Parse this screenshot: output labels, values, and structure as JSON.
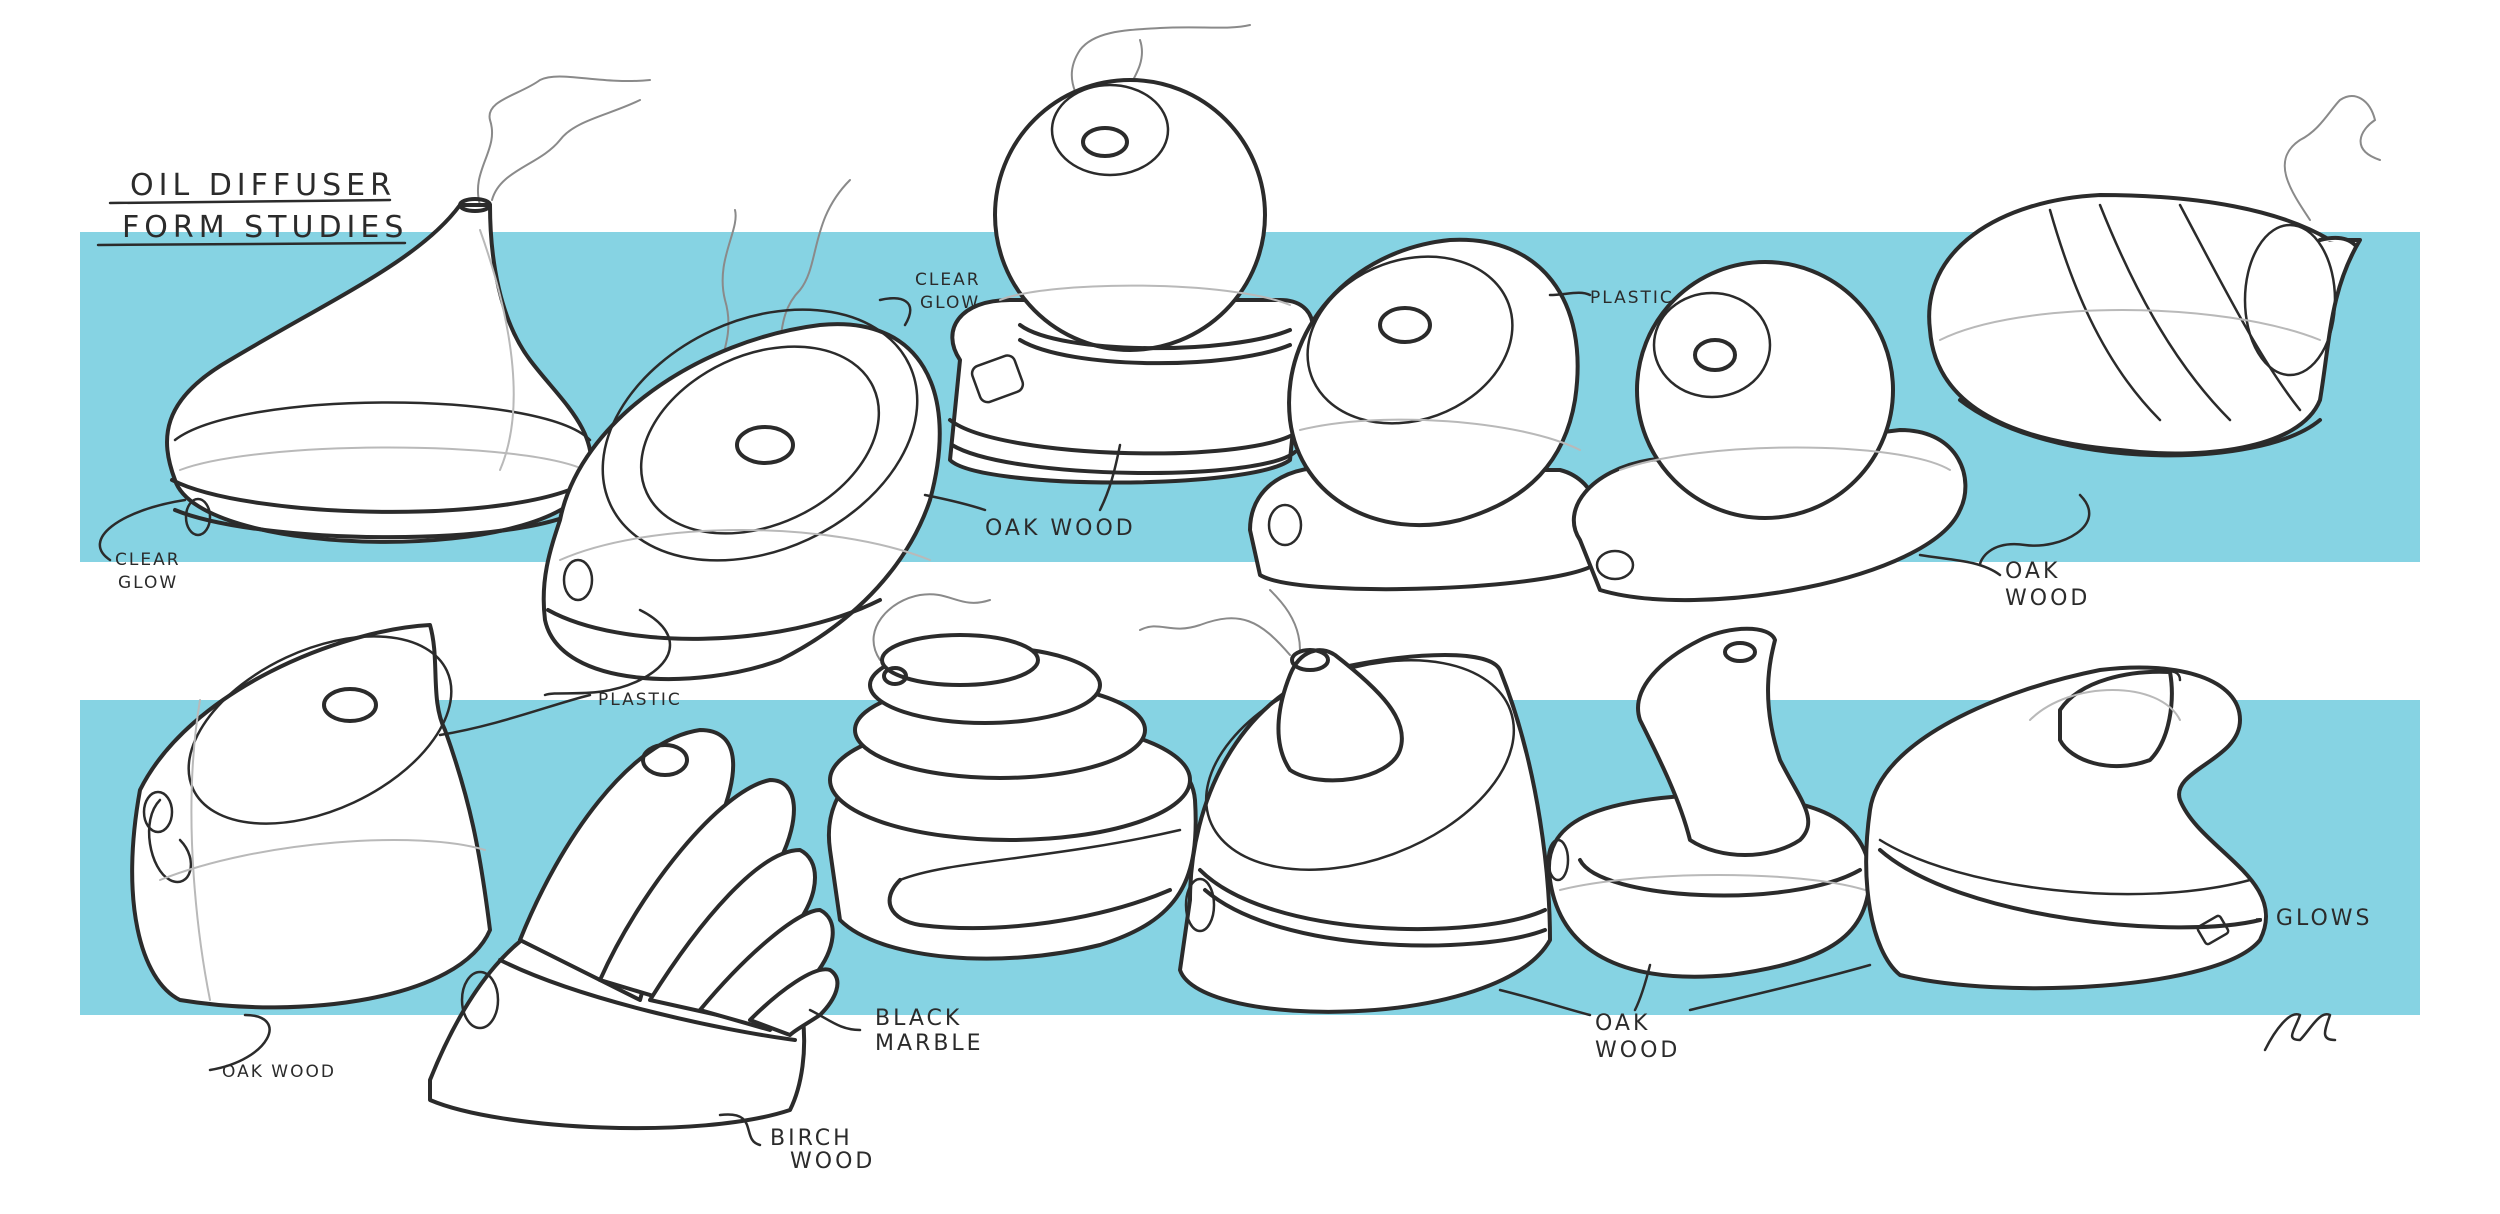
{
  "title": {
    "line1": "OIL DIFFUSER",
    "line2": "FORM STUDIES"
  },
  "colors": {
    "band": "#86d3e3",
    "ink": "#2b2b2b",
    "guide": "#b9b9b9",
    "smoke": "#8a8a8a"
  },
  "labels": {
    "clear_glow_left_1": "CLEAR",
    "clear_glow_left_2": "GLOW",
    "clear_glow_top_1": "CLEAR",
    "clear_glow_top_2": "GLOW",
    "oak_wood_center": "OAK WOOD",
    "plastic_top": "PLASTIC",
    "oak_wood_right_1": "OAK",
    "oak_wood_right_2": "WOOD",
    "plastic_mid": "PlASTIC",
    "oak_wood_bottom_left": "OAK WOOD",
    "black_marble_1": "BLACK",
    "black_marble_2": "MARBLE",
    "birch_wood_1": "BIRCH",
    "birch_wood_2": "WOOD",
    "oak_wood_bottom_center_1": "OAK",
    "oak_wood_bottom_center_2": "WOOD",
    "glows": "- GLOWS"
  }
}
